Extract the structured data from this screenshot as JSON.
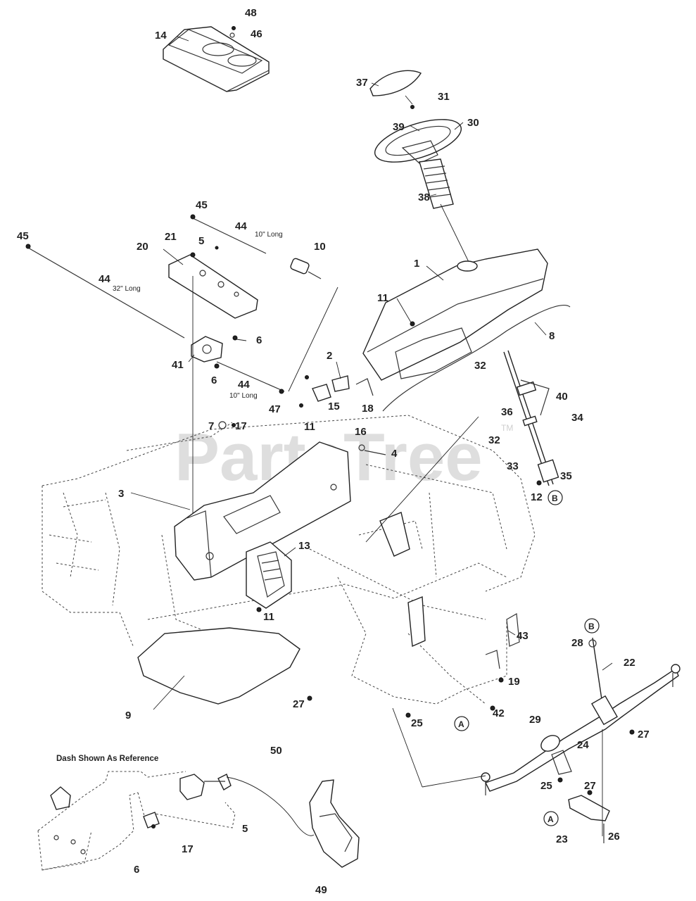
{
  "watermark": "PartsTree",
  "watermark_tm": "TM",
  "reference_note": "Dash Shown As Reference",
  "callouts": {
    "c48": "48",
    "c46": "46",
    "c14": "14",
    "c37": "37",
    "c31": "31",
    "c39": "39",
    "c30": "30",
    "c38": "38",
    "c45a": "45",
    "c44a": "44",
    "c45b": "45",
    "c21": "21",
    "c5a": "5",
    "c10": "10",
    "c20": "20",
    "c44b": "44",
    "c1": "1",
    "c11a": "11",
    "c8": "8",
    "c6a": "6",
    "c41": "41",
    "c6b": "6",
    "c44c": "44",
    "c2": "2",
    "c47": "47",
    "c15": "15",
    "c18": "18",
    "c11b": "11",
    "c32a": "32",
    "c40": "40",
    "c36": "36",
    "c34": "34",
    "c32b": "32",
    "c33": "33",
    "c35": "35",
    "c12": "12",
    "c7": "7",
    "c17a": "17",
    "c16": "16",
    "c4": "4",
    "c3": "3",
    "c13": "13",
    "c11c": "11",
    "c43": "43",
    "c28": "28",
    "c22": "22",
    "c19": "19",
    "c42": "42",
    "c9": "9",
    "c27a": "27",
    "c25a": "25",
    "c29": "29",
    "c27b": "27",
    "c24": "24",
    "c25b": "25",
    "c27c": "27",
    "c23": "23",
    "c26": "26",
    "c50": "50",
    "c17b": "17",
    "c5b": "5",
    "c6c": "6",
    "c49": "49"
  },
  "length_notes": {
    "n44a": "10\" Long",
    "n44b": "32\" Long",
    "n44c": "10\" Long"
  },
  "refs": {
    "rA1": "A",
    "rB1": "B",
    "rB2": "B",
    "rA2": "A"
  }
}
